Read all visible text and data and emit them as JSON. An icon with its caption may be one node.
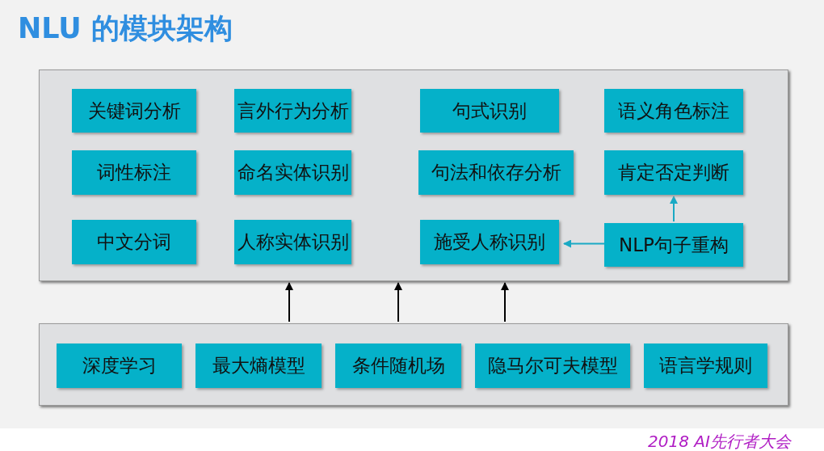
{
  "diagram": {
    "title": "NLU 的模块架构",
    "nodes": [
      {
        "text": [],
        "shape": "box"
      },
      {
        "text": [
          "关键词分析"
        ],
        "in": 0
      },
      {
        "text": [
          "言外行为分析"
        ],
        "in": 0
      },
      {
        "text": [
          "句式识别"
        ],
        "in": 0
      },
      {
        "text": [
          "语义角色标注"
        ],
        "in": 0
      },
      {
        "text": [
          "词性标注"
        ],
        "in": 0
      },
      {
        "text": [
          "命名实体识别"
        ],
        "in": 0
      },
      {
        "text": [
          "句法和依存分析"
        ],
        "in": 0
      },
      {
        "text": [
          "肯定否定判断"
        ],
        "in": 0
      },
      {
        "text": [
          "中文分词"
        ],
        "in": 0
      },
      {
        "text": [
          "人称实体识别"
        ],
        "in": 0
      },
      {
        "text": [
          "施受人称识别"
        ],
        "in": 0
      },
      {
        "text": [
          "NLP句子重构"
        ],
        "in": 0
      },
      {
        "text": [],
        "shape": "box"
      },
      {
        "text": [
          "深度学习"
        ],
        "in": 13
      },
      {
        "text": [
          "最大熵模型"
        ],
        "in": 13
      },
      {
        "text": [
          "条件随机场"
        ],
        "in": 13
      },
      {
        "text": [
          "隐马尔可夫模型"
        ],
        "in": 13
      },
      {
        "text": [
          "语言学规则"
        ],
        "in": 13
      }
    ],
    "edges": [
      {
        "from": 13,
        "to": 0,
        "arrow": "to"
      },
      {
        "from": 13,
        "to": 0,
        "arrow": "to"
      },
      {
        "from": 13,
        "to": 0,
        "arrow": "to"
      },
      {
        "from": 12,
        "to": 8,
        "arrow": "to",
        "color": "#1aa9c4"
      },
      {
        "from": 12,
        "to": 11,
        "arrow": "to",
        "color": "#1aa9c4"
      }
    ],
    "labels": [
      "2018 AI先行者大会"
    ]
  }
}
